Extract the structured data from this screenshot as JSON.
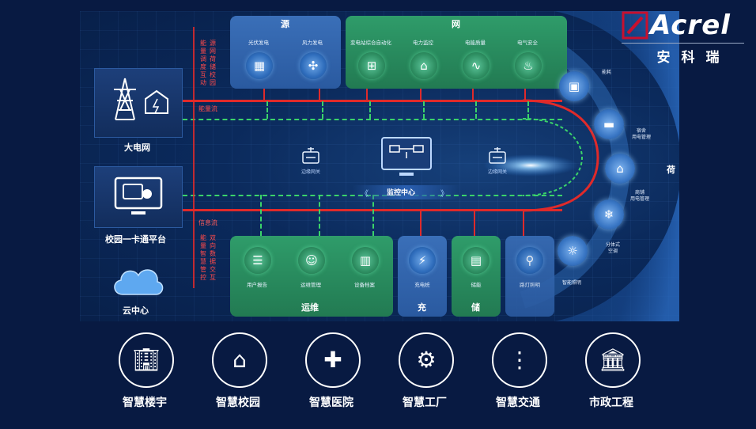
{
  "logo": {
    "brand": "Acrel",
    "sub": "安科瑞"
  },
  "left": {
    "grid_label": "大电网",
    "card_label": "校园一卡通平台",
    "cloud_label": "云中心",
    "vertical_text_1": "能量调度互动",
    "vertical_text_2": "源网荷储校园",
    "energy_flow": "能量流",
    "info_flow": "信息流",
    "vertical_text_3": "能量智慧管控",
    "vertical_text_4": "双向数据交互"
  },
  "top_panels": {
    "source": {
      "title": "源",
      "items": [
        "光伏发电",
        "风力发电"
      ]
    },
    "grid": {
      "title": "网",
      "items": [
        "变电站综合自动化",
        "电力监控",
        "电能质量",
        "电气安全"
      ]
    }
  },
  "center": {
    "monitor_label": "监控中心",
    "gateway_left": "边缘网关",
    "gateway_right": "边缘网关"
  },
  "bottom_panels": {
    "ops": {
      "title": "运维",
      "items": [
        "用户报告",
        "运维管理",
        "设备档案"
      ]
    },
    "charge": {
      "title": "充",
      "items": [
        "充电桩"
      ]
    },
    "storage": {
      "title": "储",
      "items": [
        "储能"
      ]
    },
    "road": {
      "items": [
        "路灯照明"
      ]
    }
  },
  "load": {
    "title": "荷",
    "items": [
      "能耗",
      "宿舍\n用电管理",
      "商铺\n用电管理",
      "分体式\n空调",
      "智能照明"
    ]
  },
  "scenarios": [
    "智慧楼宇",
    "智慧校园",
    "智慧医院",
    "智慧工厂",
    "智慧交通",
    "市政工程"
  ],
  "icons": {
    "solar": "solar-panel-icon",
    "wind": "wind-turbine-icon",
    "substation": "substation-icon",
    "power": "power-monitor-icon",
    "quality": "power-quality-icon",
    "safety": "fire-safety-icon"
  }
}
